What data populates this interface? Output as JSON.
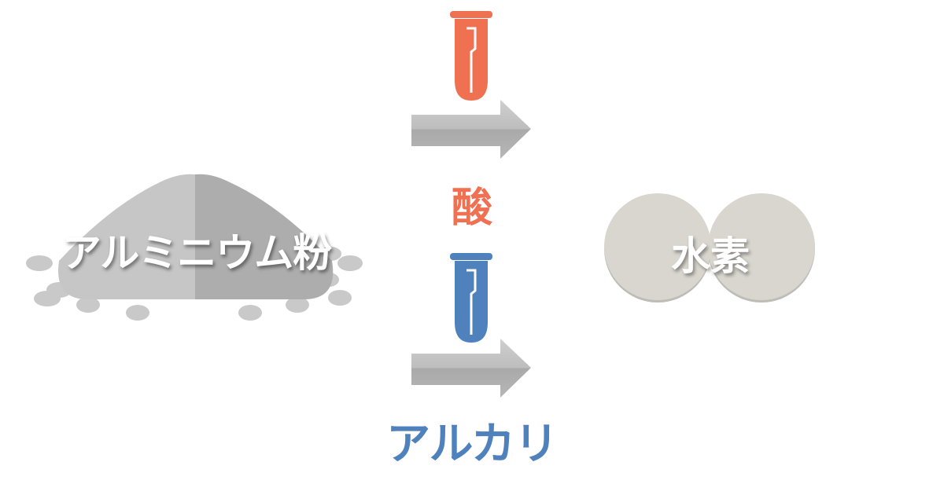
{
  "powder": {
    "label": "アルミニウム粉"
  },
  "acid": {
    "label": "酸",
    "color": "#f07052"
  },
  "alkali": {
    "label": "アルカリ",
    "color": "#4f81bd"
  },
  "product": {
    "label": "水素"
  },
  "colors": {
    "arrow": "#b0b0b0",
    "pile_left": "#c6c6c6",
    "pile_right": "#adadad",
    "granule": "#c9c9c9",
    "hydrogen": "#d8d6ce"
  }
}
